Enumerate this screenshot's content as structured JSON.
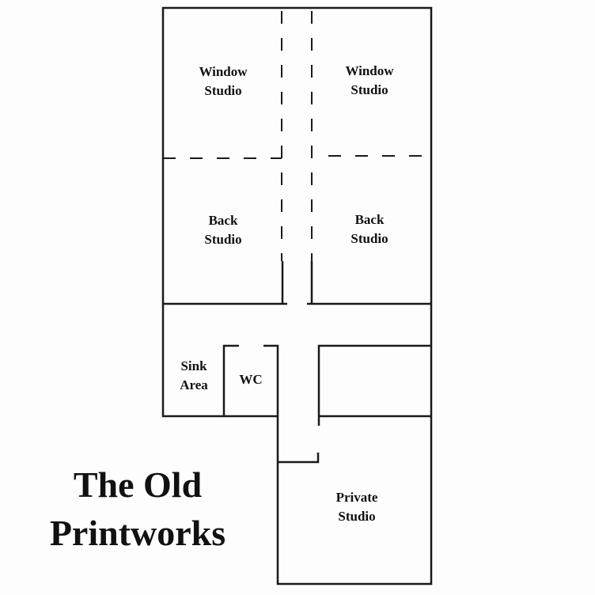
{
  "title": {
    "line1": "The Old",
    "line2": "Printworks"
  },
  "rooms": [
    {
      "line1": "Window",
      "line2": "Studio"
    },
    {
      "line1": "Window",
      "line2": "Studio"
    },
    {
      "line1": "Back",
      "line2": "Studio"
    },
    {
      "line1": "Back",
      "line2": "Studio"
    },
    {
      "line1": "Sink",
      "line2": "Area"
    },
    {
      "line1": "WC",
      "line2": ""
    },
    {
      "line1": "Private",
      "line2": "Studio"
    }
  ]
}
